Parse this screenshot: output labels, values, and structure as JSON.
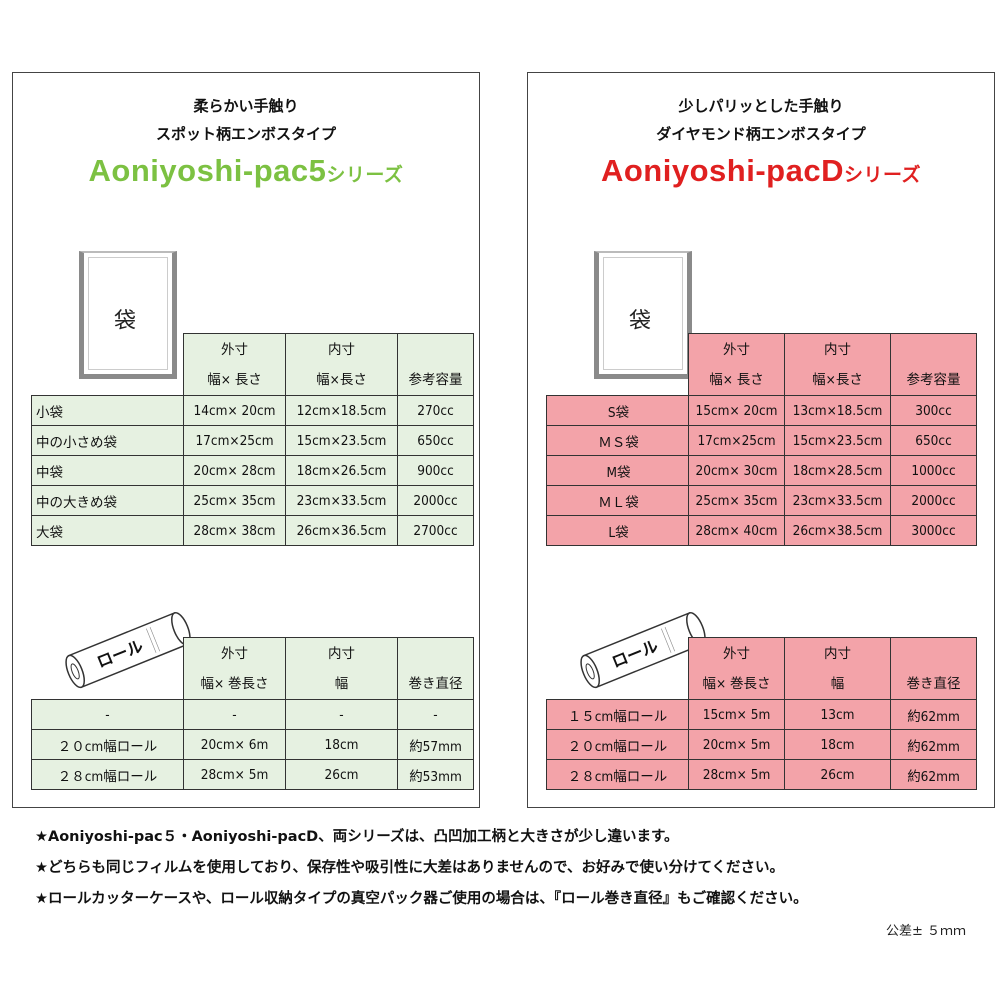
{
  "left": {
    "header_line1": "柔らかい手触り",
    "header_line2": "スポット柄エンボスタイプ",
    "series_name": "Aoniyoshi-pac5",
    "series_suffix": "シリーズ",
    "series_color": "#7cc142",
    "bag_label": "袋",
    "bag_table": {
      "headers": {
        "outer_title": "外寸",
        "outer_sub": "幅× 長さ",
        "inner_title": "内寸",
        "inner_sub": "幅×長さ",
        "capacity": "参考容量"
      },
      "rows": [
        {
          "name": "小袋",
          "outer": "14cm× 20cm",
          "inner": "12cm×18.5cm",
          "capacity": "270cc"
        },
        {
          "name": "中の小さめ袋",
          "outer": "17cm×25cm",
          "inner": "15cm×23.5cm",
          "capacity": "650cc"
        },
        {
          "name": "中袋",
          "outer": "20cm× 28cm",
          "inner": "18cm×26.5cm",
          "capacity": "900cc"
        },
        {
          "name": "中の大きめ袋",
          "outer": "25cm× 35cm",
          "inner": "23cm×33.5cm",
          "capacity": "2000cc"
        },
        {
          "name": "大袋",
          "outer": "28cm× 38cm",
          "inner": "26cm×36.5cm",
          "capacity": "2700cc"
        }
      ]
    },
    "roll_label": "ロール",
    "roll_table": {
      "headers": {
        "outer_title": "外寸",
        "outer_sub": "幅× 巻長さ",
        "inner_title": "内寸",
        "inner_sub": "幅",
        "diameter": "巻き直径"
      },
      "rows": [
        {
          "name": "-",
          "outer": "-",
          "inner": "-",
          "diameter": "-"
        },
        {
          "name": "２０cm幅ロール",
          "outer": "20cm× 6m",
          "inner": "18cm",
          "diameter": "約57mm"
        },
        {
          "name": "２８cm幅ロール",
          "outer": "28cm× 5m",
          "inner": "26cm",
          "diameter": "約53mm"
        }
      ]
    }
  },
  "right": {
    "header_line1": "少しパリッとした手触り",
    "header_line2": "ダイヤモンド柄エンボスタイプ",
    "series_name": "Aoniyoshi-pacD",
    "series_suffix": "シリーズ",
    "series_color": "#e02020",
    "bag_label": "袋",
    "bag_table": {
      "headers": {
        "outer_title": "外寸",
        "outer_sub": "幅× 長さ",
        "inner_title": "内寸",
        "inner_sub": "幅×長さ",
        "capacity": "参考容量"
      },
      "rows": [
        {
          "name": "S袋",
          "outer": "15cm× 20cm",
          "inner": "13cm×18.5cm",
          "capacity": "300cc"
        },
        {
          "name": "ＭＳ袋",
          "outer": "17cm×25cm",
          "inner": "15cm×23.5cm",
          "capacity": "650cc"
        },
        {
          "name": "M袋",
          "outer": "20cm× 30cm",
          "inner": "18cm×28.5cm",
          "capacity": "1000cc"
        },
        {
          "name": "ＭＬ袋",
          "outer": "25cm× 35cm",
          "inner": "23cm×33.5cm",
          "capacity": "2000cc"
        },
        {
          "name": "L袋",
          "outer": "28cm× 40cm",
          "inner": "26cm×38.5cm",
          "capacity": "3000cc"
        }
      ]
    },
    "roll_label": "ロール",
    "roll_table": {
      "headers": {
        "outer_title": "外寸",
        "outer_sub": "幅× 巻長さ",
        "inner_title": "内寸",
        "inner_sub": "幅",
        "diameter": "巻き直径"
      },
      "rows": [
        {
          "name": "１５cm幅ロール",
          "outer": "15cm× 5m",
          "inner": "13cm",
          "diameter": "約62mm"
        },
        {
          "name": "２０cm幅ロール",
          "outer": "20cm× 5m",
          "inner": "18cm",
          "diameter": "約62mm"
        },
        {
          "name": "２８cm幅ロール",
          "outer": "28cm× 5m",
          "inner": "26cm",
          "diameter": "約62mm"
        }
      ]
    }
  },
  "notes": [
    "★Aoniyoshi-pac５・Aoniyoshi-pacD、両シリーズは、凸凹加工柄と大きさが少し違います。",
    "★どちらも同じフィルムを使用しており、保存性や吸引性に大差はありませんので、お好みで使い分けてください。",
    "★ロールカッターケースや、ロール収納タイプの真空パック器ご使用の場合は、『ロール巻き直径』もご確認ください。"
  ],
  "tolerance": "公差± ５ｍｍ"
}
